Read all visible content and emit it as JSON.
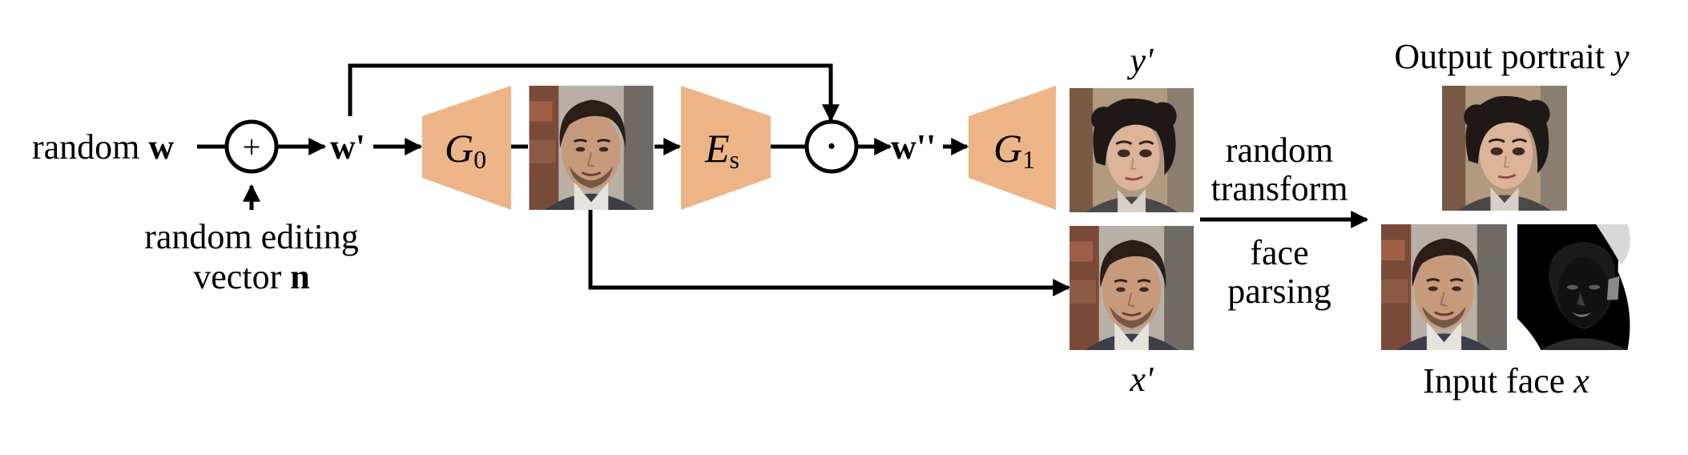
{
  "inputs": {
    "random_w_text": "random ",
    "random_w_symbol": "w",
    "editing_line1": "random editing",
    "editing_line2_text": "vector ",
    "editing_line2_symbol": "n"
  },
  "ops": {
    "plus_symbol": "+",
    "dot_symbol": "·"
  },
  "latents": {
    "w_prime": "w'",
    "w_double_prime": "w''"
  },
  "modules": {
    "g0_letter": "G",
    "g0_sub": "0",
    "es_letter": "E",
    "es_sub": "s",
    "g1_letter": "G",
    "g1_sub": "1"
  },
  "labels": {
    "y_prime": "y'",
    "x_prime": "x'",
    "random_transform_line1": "random",
    "random_transform_line2": "transform",
    "face_parsing_line1": "face",
    "face_parsing_line2": "parsing",
    "output_portrait_text": "Output portrait ",
    "output_portrait_symbol": "y",
    "input_face_text": "Input face ",
    "input_face_symbol": "x"
  },
  "icons": {
    "face_real": "real-face-photo",
    "face_stylized": "stylized-face-photo",
    "parsing_map": "face-parsing-map"
  },
  "colors": {
    "module_fill": "#EDB487"
  }
}
